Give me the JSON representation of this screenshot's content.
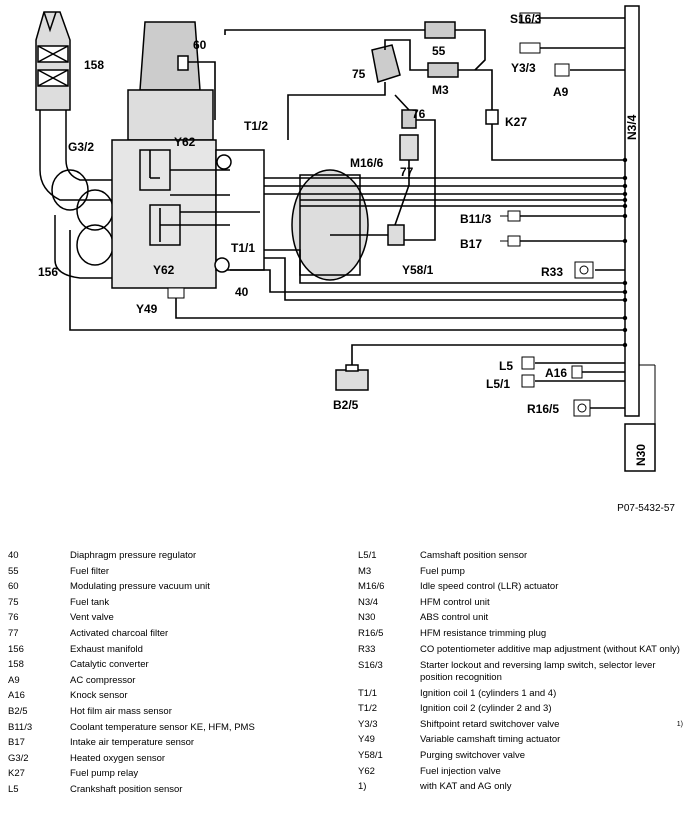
{
  "diagram": {
    "labels": {
      "l158": "158",
      "l60": "60",
      "l55": "55",
      "l75": "75",
      "lM3": "M3",
      "l76": "76",
      "lK27": "K27",
      "lS16_3": "S16/3",
      "lY3_3": "Y3/3",
      "lA9": "A9",
      "lN3_4": "N3/4",
      "lG3_2": "G3/2",
      "lY62a": "Y62",
      "lT1_2": "T1/2",
      "lM16_6": "M16/6",
      "l77": "77",
      "lB11_3": "B11/3",
      "lB17": "B17",
      "lT1_1": "T1/1",
      "lY62b": "Y62",
      "lY58_1": "Y58/1",
      "l156": "156",
      "lR33": "R33",
      "l40": "40",
      "lY49": "Y49",
      "lL5": "L5",
      "lA16": "A16",
      "lL5_1": "L5/1",
      "lB2_5": "B2/5",
      "lR16_5": "R16/5",
      "lN30": "N30"
    }
  },
  "figure_code": "P07-5432-57",
  "legend_left": [
    {
      "code": "40",
      "desc": "Diaphragm pressure regulator"
    },
    {
      "code": "55",
      "desc": "Fuel filter"
    },
    {
      "code": "60",
      "desc": "Modulating pressure vacuum unit"
    },
    {
      "code": "75",
      "desc": "Fuel tank"
    },
    {
      "code": "76",
      "desc": "Vent valve"
    },
    {
      "code": "77",
      "desc": "Activated charcoal filter"
    },
    {
      "code": "156",
      "desc": "Exhaust manifold"
    },
    {
      "code": "158",
      "desc": "Catalytic converter"
    },
    {
      "code": "A9",
      "desc": "AC compressor"
    },
    {
      "code": "A16",
      "desc": "Knock sensor"
    },
    {
      "code": "B2/5",
      "desc": "Hot film air mass sensor"
    },
    {
      "code": "B11/3",
      "desc": "Coolant temperature sensor KE, HFM, PMS"
    },
    {
      "code": "B17",
      "desc": "Intake air temperature sensor"
    },
    {
      "code": "G3/2",
      "desc": "Heated oxygen sensor"
    },
    {
      "code": "K27",
      "desc": "Fuel pump relay"
    },
    {
      "code": "L5",
      "desc": "Crankshaft position sensor"
    }
  ],
  "legend_right": [
    {
      "code": "L5/1",
      "desc": "Camshaft position sensor"
    },
    {
      "code": "M3",
      "desc": "Fuel pump"
    },
    {
      "code": "M16/6",
      "desc": "Idle speed control (LLR) actuator"
    },
    {
      "code": "N3/4",
      "desc": "HFM control unit"
    },
    {
      "code": "N30",
      "desc": "ABS control unit"
    },
    {
      "code": "R16/5",
      "desc": "HFM resistance trimming plug"
    },
    {
      "code": "R33",
      "desc": "CO potentiometer additive map adjustment (without KAT only)"
    },
    {
      "code": "S16/3",
      "desc": "Starter lockout and reversing lamp switch, selector lever position recognition"
    },
    {
      "code": "T1/1",
      "desc": "Ignition coil 1 (cylinders 1 and 4)"
    },
    {
      "code": "T1/2",
      "desc": "Ignition coil 2 (cylinder 2 and 3)"
    },
    {
      "code": "Y3/3",
      "desc": "Shiftpoint retard switchover valve",
      "note": "1)"
    },
    {
      "code": "Y49",
      "desc": "Variable camshaft timing actuator"
    },
    {
      "code": "Y58/1",
      "desc": "Purging switchover valve"
    },
    {
      "code": "Y62",
      "desc": "Fuel injection valve"
    },
    {
      "code": "1)",
      "desc": "with KAT and AG only"
    }
  ]
}
